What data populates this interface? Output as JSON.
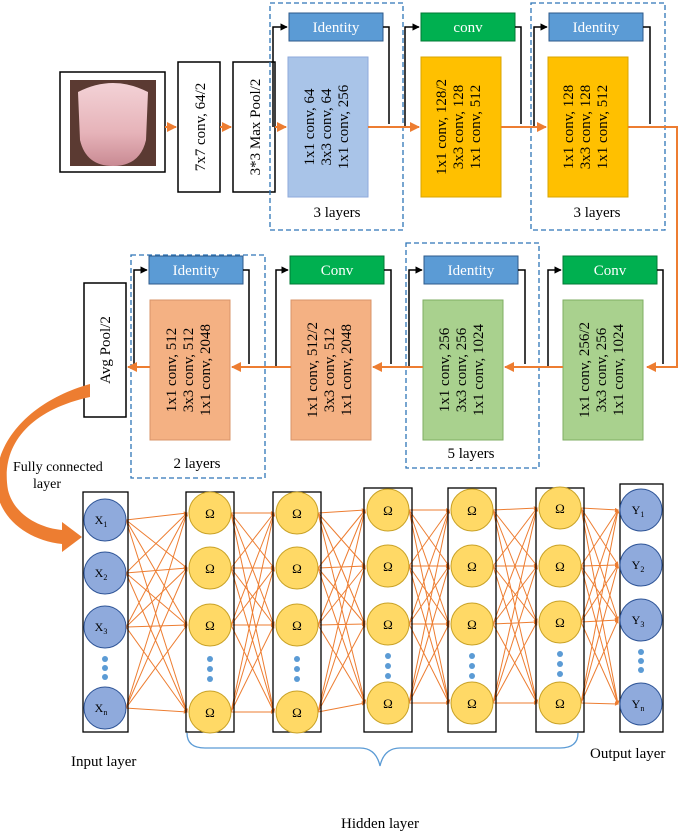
{
  "stage1": {
    "conv": "7x7 conv, 64/2",
    "pool": "3*3 Max Pool/2",
    "blocks": [
      {
        "head": "Identity",
        "lines": [
          "1x1 conv, 64",
          "3x3 conv, 64",
          "1x1 conv, 256"
        ]
      },
      {
        "head": "conv",
        "lines": [
          "1x1 conv, 128/2",
          "3x3 conv, 128",
          "1x1 conv, 512"
        ]
      },
      {
        "head": "Identity",
        "lines": [
          "1x1 conv, 128",
          "3x3 conv, 128",
          "1x1 conv, 512"
        ]
      }
    ],
    "group_labels": [
      "3 layers",
      "3 layers"
    ]
  },
  "stage2": {
    "pool": "Avg Pool/2",
    "blocks": [
      {
        "head": "Identity",
        "lines": [
          "1x1 conv, 512",
          "3x3 conv, 512",
          "1x1 conv, 2048"
        ]
      },
      {
        "head": "Conv",
        "lines": [
          "1x1 conv, 512/2",
          "3x3 conv, 512",
          "1x1 conv, 2048"
        ]
      },
      {
        "head": "Identity",
        "lines": [
          "1x1 conv, 256",
          "3x3 conv, 256",
          "1x1 conv, 1024"
        ]
      },
      {
        "head": "Conv",
        "lines": [
          "1x1 conv, 256/2",
          "3x3 conv, 256",
          "1x1 conv, 1024"
        ]
      }
    ],
    "group_labels": [
      "2 layers",
      "5 layers"
    ]
  },
  "fc": {
    "label_line1": "Fully connected",
    "label_line2": "layer",
    "input_nodes": [
      "X",
      "X",
      "X",
      "X"
    ],
    "input_subs": [
      "1",
      "2",
      "3",
      "n"
    ],
    "output_nodes": [
      "Y",
      "Y",
      "Y",
      "Y"
    ],
    "output_subs": [
      "1",
      "2",
      "3",
      "n"
    ],
    "hidden_symbol": "Ω",
    "input_label": "Input layer",
    "output_label": "Output layer",
    "hidden_label": "Hidden layer"
  },
  "colors": {
    "blue_block": "#a9c4e8",
    "yellow_block": "#ffc000",
    "green_block": "#a9d18e",
    "orange_block": "#f4b183",
    "identity_header": "#5b9bd5",
    "conv_header": "#00b050",
    "arrow": "#ed7d31",
    "dashed_border": "#2e75b6",
    "input_node": "#8faadc",
    "hidden_node": "#ffd966",
    "output_node": "#8faadc"
  }
}
